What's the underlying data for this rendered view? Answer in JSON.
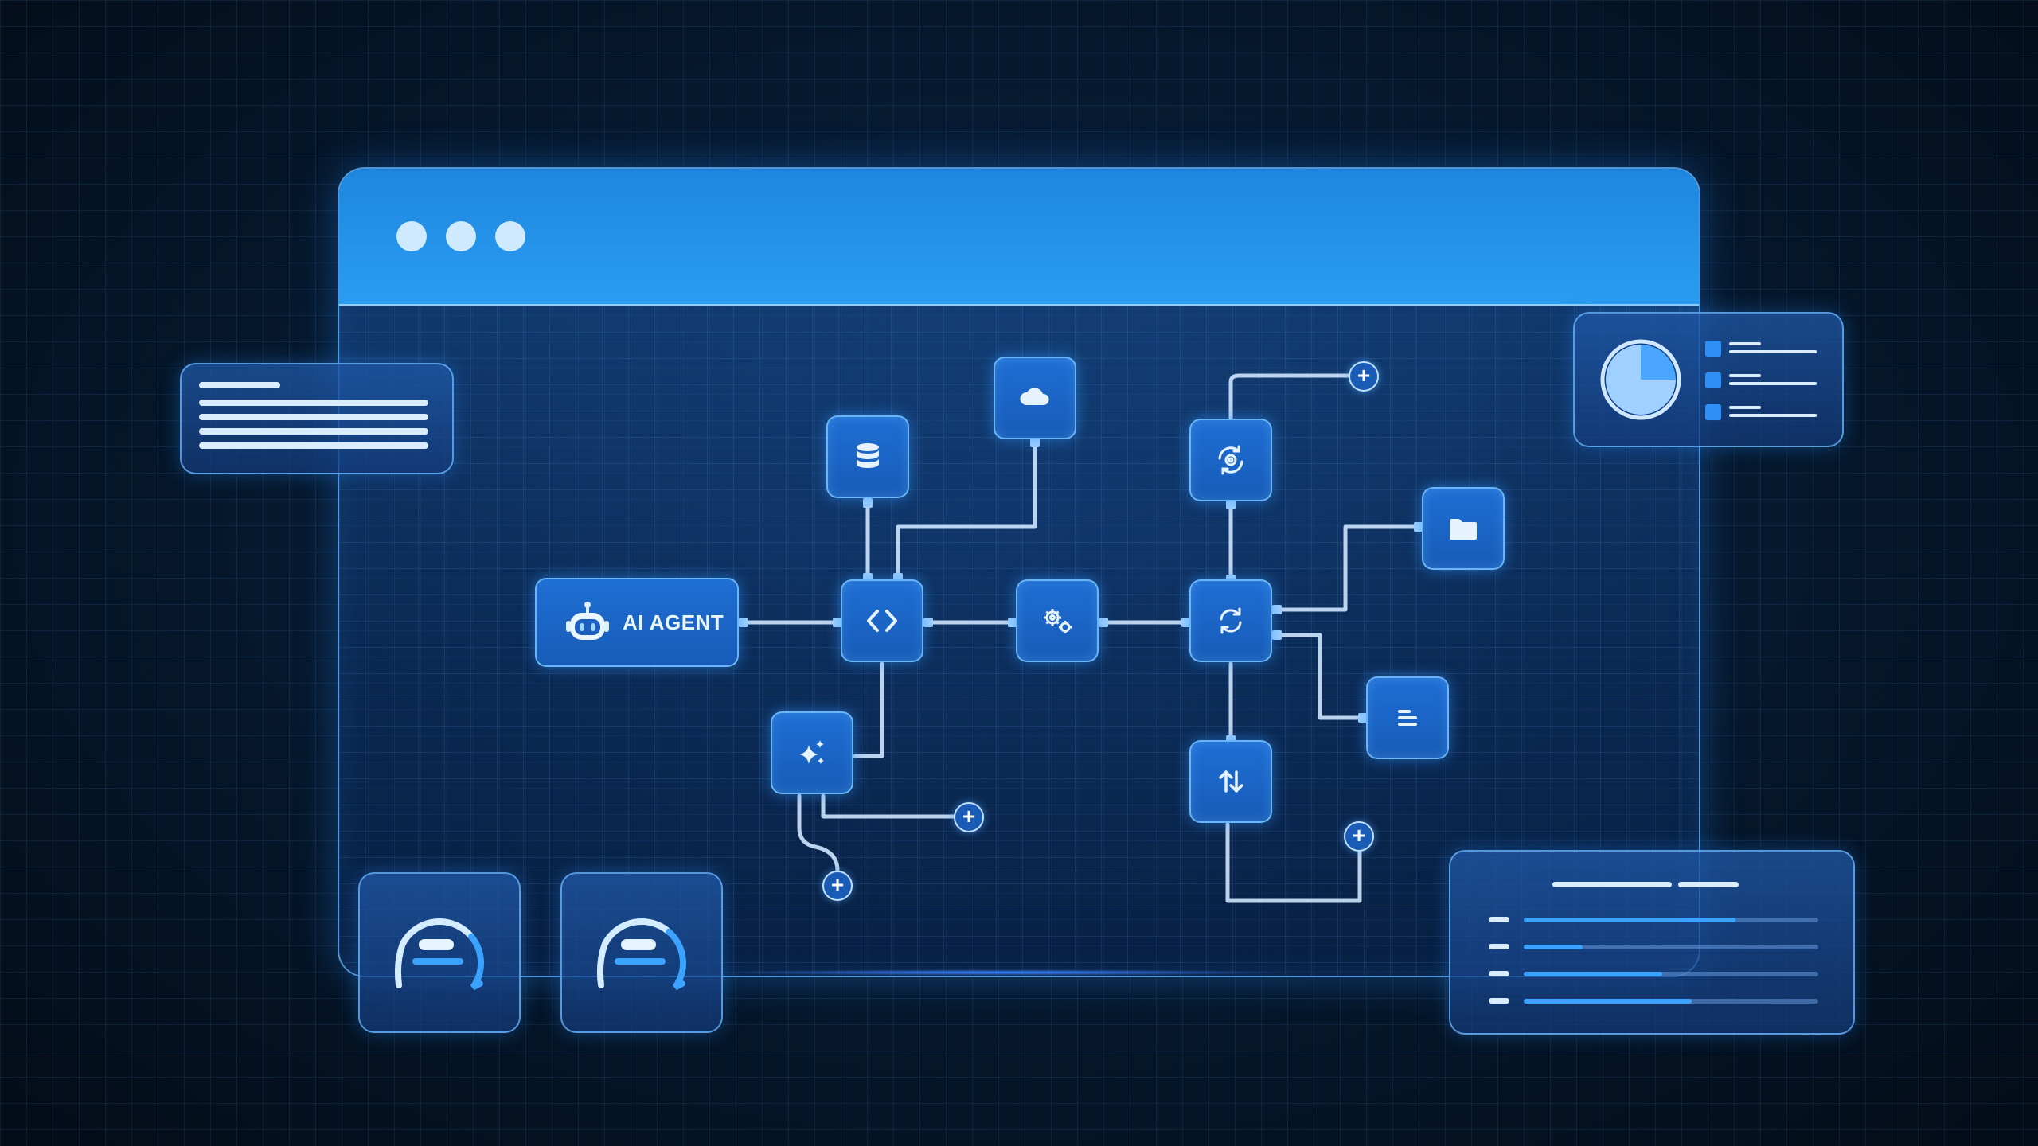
{
  "window": {
    "controls": [
      "close",
      "minimize",
      "maximize"
    ]
  },
  "workflow": {
    "agent_label": "AI AGENT",
    "agent_icon": "robot-icon",
    "nodes": [
      {
        "name": "database-node",
        "icon": "database-icon"
      },
      {
        "name": "cloud-node",
        "icon": "cloud-icon"
      },
      {
        "name": "code-node",
        "icon": "code-brackets-icon"
      },
      {
        "name": "settings-node",
        "icon": "gears-icon"
      },
      {
        "name": "sync-settings-node",
        "icon": "gear-sync-icon"
      },
      {
        "name": "refresh-node",
        "icon": "refresh-icon"
      },
      {
        "name": "folder-node",
        "icon": "folder-icon"
      },
      {
        "name": "list-node",
        "icon": "text-lines-icon"
      },
      {
        "name": "transfer-node",
        "icon": "up-down-arrows-icon"
      },
      {
        "name": "ai-sparkle-node",
        "icon": "sparkle-icon"
      }
    ],
    "add_buttons": [
      "+",
      "+",
      "+",
      "+"
    ]
  },
  "widgets": {
    "pie_chart": {
      "highlight_fraction": 0.25,
      "legend_rows": 3
    },
    "progress_panel": {
      "progress": [
        0.72,
        0.2,
        0.47,
        0.57
      ]
    },
    "gauges": [
      {
        "value": 0.6
      },
      {
        "value": 0.55
      }
    ]
  },
  "colors": {
    "background": "#04111f",
    "titlebar": "#2a9df1",
    "node": "#1f6ed4",
    "connector": "#cfe6ff",
    "accent": "#3ba3ff"
  }
}
